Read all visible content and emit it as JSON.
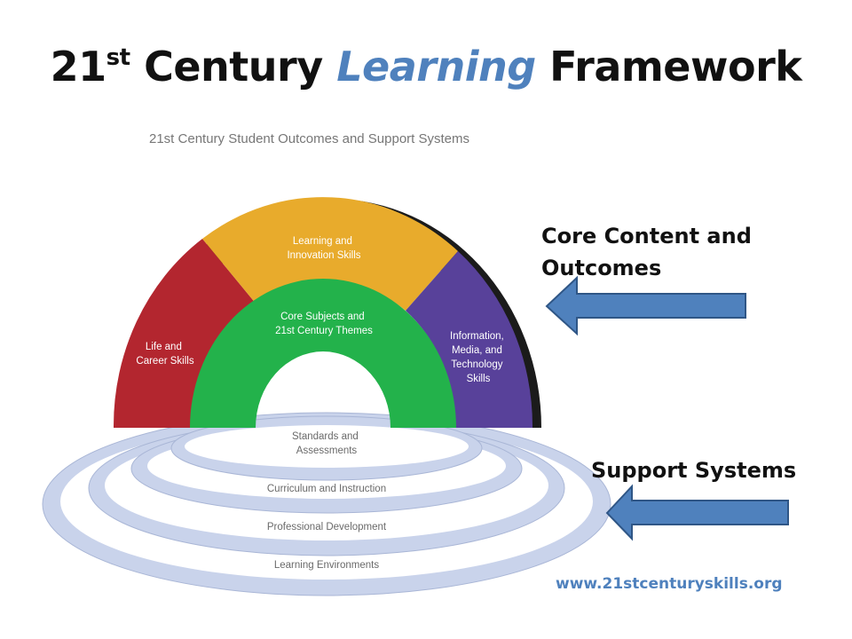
{
  "title": {
    "prefix": "21",
    "superscript": "st",
    "word1": "Century",
    "highlight": "Learning",
    "word2": "Framework"
  },
  "diagram_caption": "21st Century Student Outcomes and Support Systems",
  "arch": {
    "outer_segments": [
      {
        "lines": [
          "Life and",
          "Career Skills"
        ],
        "color": "#b3262f"
      },
      {
        "lines": [
          "Learning and",
          "Innovation Skills"
        ],
        "color": "#e8ab2c"
      },
      {
        "lines": [
          "Information,",
          "Media, and",
          "Technology",
          "Skills"
        ],
        "color": "#58419a"
      }
    ],
    "inner": {
      "lines": [
        "Core Subjects and",
        "21st Century Themes"
      ],
      "color": "#23b24b"
    }
  },
  "rings": [
    {
      "lines": [
        "Standards and",
        "Assessments"
      ]
    },
    {
      "lines": [
        "Curriculum and Instruction"
      ]
    },
    {
      "lines": [
        "Professional Development"
      ]
    },
    {
      "lines": [
        "Learning Environments"
      ]
    }
  ],
  "ring_color": "#c9d3eb",
  "arrow_color": "#4f81bd",
  "callouts": {
    "core_line1": "Core Content and",
    "core_line2": "Outcomes",
    "support": "Support Systems"
  },
  "url": "www.21stcenturyskills.org"
}
